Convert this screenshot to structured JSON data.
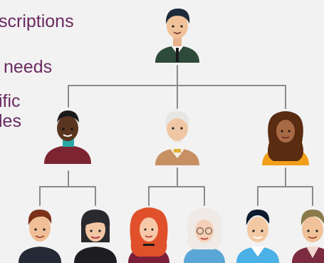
{
  "text_lines": [
    "scriptions",
    "needs",
    "ific",
    "les"
  ],
  "colors": {
    "background": "#f2f2f2",
    "text": "#6b2a63",
    "connector": "#8a8a8a"
  },
  "org_chart": {
    "levels": 3,
    "nodes": [
      {
        "name": "top-executive-avatar",
        "level": 1,
        "icon": "man-suit-icon"
      },
      {
        "name": "manager-left-avatar",
        "level": 2,
        "icon": "man-maroon-shirt-icon"
      },
      {
        "name": "manager-center-avatar",
        "level": 2,
        "icon": "older-man-beard-icon"
      },
      {
        "name": "manager-right-avatar",
        "level": 2,
        "icon": "woman-curly-hair-icon"
      },
      {
        "name": "staff-1-avatar",
        "level": 3,
        "icon": "man-brown-hair-icon"
      },
      {
        "name": "staff-2-avatar",
        "level": 3,
        "icon": "woman-dark-bob-icon"
      },
      {
        "name": "staff-3-avatar",
        "level": 3,
        "icon": "woman-red-hair-icon"
      },
      {
        "name": "staff-4-avatar",
        "level": 3,
        "icon": "woman-white-hair-glasses-icon"
      },
      {
        "name": "staff-5-avatar",
        "level": 3,
        "icon": "man-blue-shirt-icon"
      },
      {
        "name": "staff-6-avatar",
        "level": 3,
        "icon": "man-blonde-hair-icon"
      }
    ]
  }
}
